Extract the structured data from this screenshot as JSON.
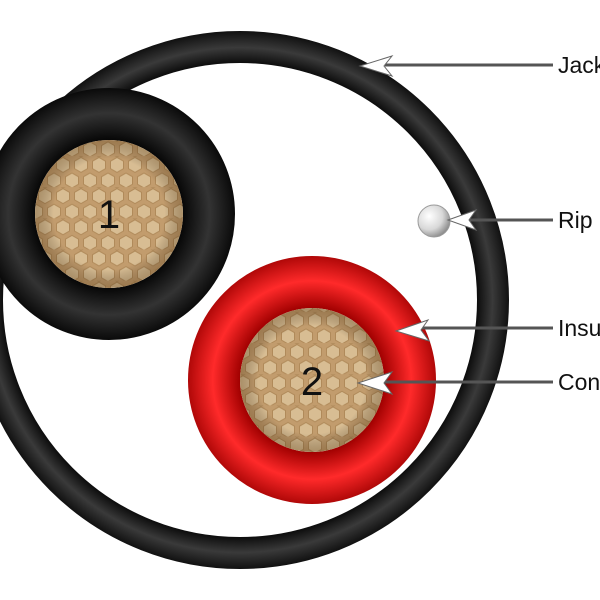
{
  "diagram": {
    "conductors": [
      {
        "number": "1",
        "insulation_color": "#1b1b1b"
      },
      {
        "number": "2",
        "insulation_color": "#e01010"
      }
    ],
    "callouts": {
      "jacket": "Jack",
      "ripcord": "Rip",
      "insulation": "Insu",
      "conductor": "Con"
    },
    "colors": {
      "jacket": "#1e1e1e",
      "copper": "#c9a679",
      "red_insulation": "#e01010",
      "black_insulation": "#1b1b1b",
      "leader": "#555555"
    },
    "icons": {
      "ripcord": "ripcord-sphere",
      "arrows": "arrowhead-icon"
    }
  }
}
